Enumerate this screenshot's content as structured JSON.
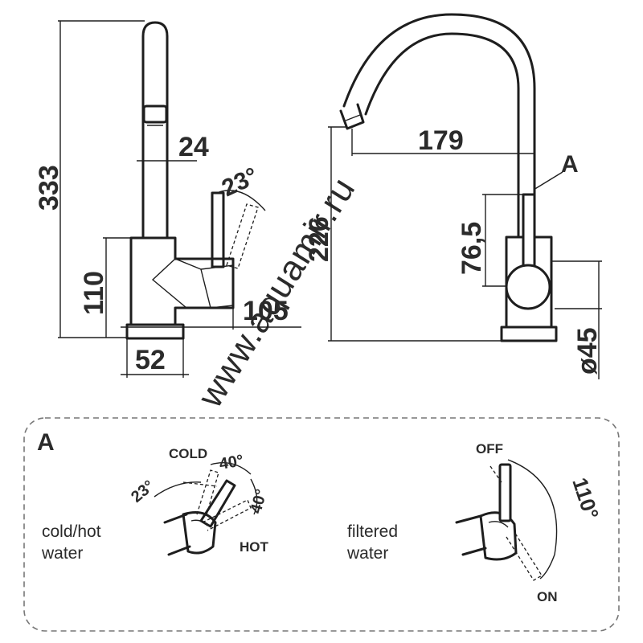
{
  "watermark": "www.aquamir.ru",
  "side_view": {
    "dim_height_total": "333",
    "dim_spout_diameter": "24",
    "dim_lever_angle": "23°",
    "dim_body_height": "110",
    "dim_lever_reach": "105",
    "dim_base_diameter": "52"
  },
  "front_view": {
    "dim_spout_reach": "179",
    "dim_spout_height": "226",
    "dim_lever_height": "76,5",
    "dim_body_diameter": "ø45",
    "detail_marker": "A"
  },
  "detail_panel": {
    "title": "A",
    "mixer": {
      "caption_line1": "cold/hot",
      "caption_line2": "water",
      "label_cold": "COLD",
      "label_hot": "HOT",
      "angle_tilt": "23°",
      "angle_cold": "40°",
      "angle_hot": "40°"
    },
    "filter": {
      "caption_line1": "filtered",
      "caption_line2": "water",
      "label_off": "OFF",
      "label_on": "ON",
      "angle_range": "110°"
    }
  }
}
